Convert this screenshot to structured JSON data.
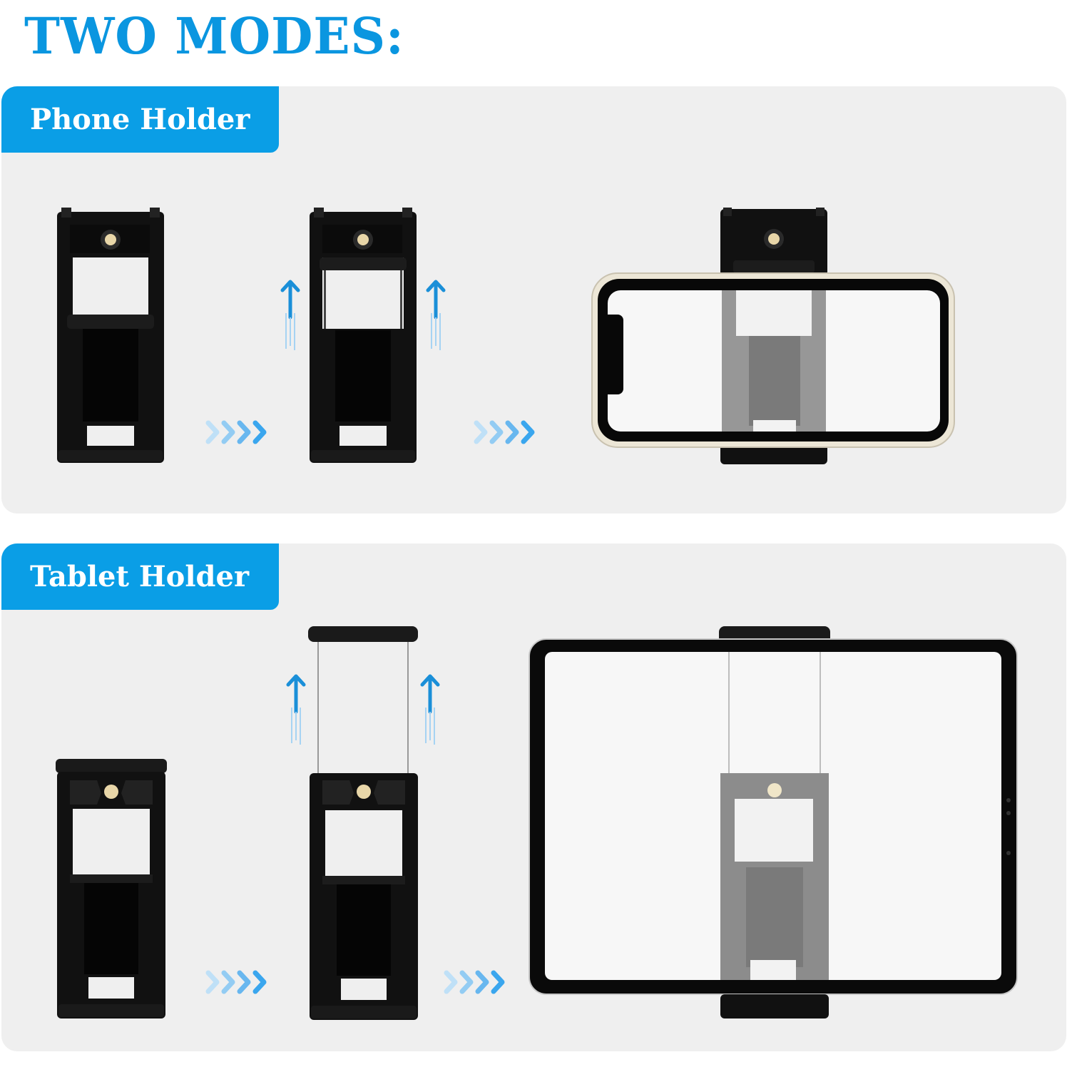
{
  "title": "TWO MODES:",
  "colors": {
    "accent": "#0a96e0",
    "tab_bg": "#0a9ee6",
    "panel_bg": "#efefef",
    "holder_black": "#111111",
    "holder_ghost": "#8c8c8c",
    "arrow_blue": "#1a8fd8",
    "chevron_blue": "#3aa6ee"
  },
  "sections": [
    {
      "label": "Phone Holder",
      "steps": [
        {
          "name": "holder-closed",
          "description": "Phone holder collapsed"
        },
        {
          "name": "holder-extending",
          "description": "Holder clamp pulled up (arrows up)"
        },
        {
          "name": "phone-mounted",
          "description": "Phone held horizontally in holder"
        }
      ],
      "transitions": [
        "chevrons-right",
        "chevrons-right"
      ]
    },
    {
      "label": "Tablet Holder",
      "steps": [
        {
          "name": "holder-closed",
          "description": "Tablet holder collapsed"
        },
        {
          "name": "holder-extended",
          "description": "Top clamp extended on rods (arrows up)"
        },
        {
          "name": "tablet-mounted",
          "description": "Tablet held horizontally in holder"
        }
      ],
      "transitions": [
        "chevrons-right",
        "chevrons-right"
      ]
    }
  ]
}
